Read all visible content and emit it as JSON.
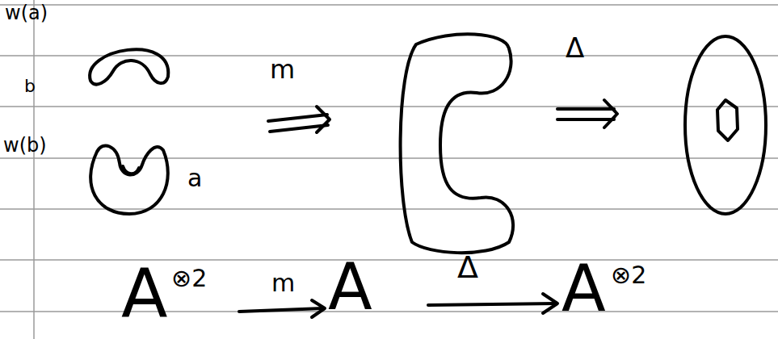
{
  "diagram": {
    "labels": [
      "w(a)",
      "b",
      "w(b)",
      "a",
      "m",
      "Δ",
      "A",
      "⊗2",
      "m",
      "A",
      "Δ",
      "A",
      "⊗2"
    ]
  }
}
